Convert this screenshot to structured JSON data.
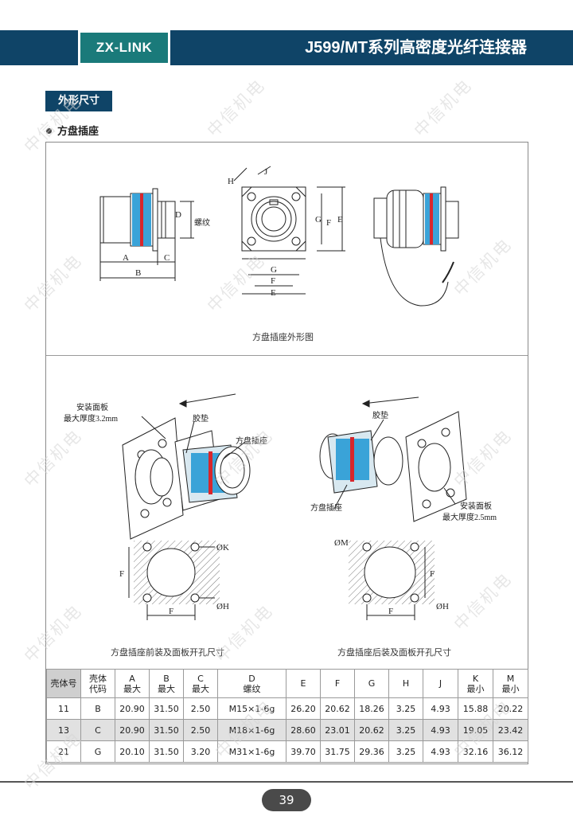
{
  "header": {
    "brand": "ZX-LINK",
    "title": "J599/MT系列高密度光纤连接器"
  },
  "section": {
    "badge": "外形尺寸",
    "subtitle": "方盘插座"
  },
  "figures": {
    "outline_caption": "方盘插座外形图",
    "front_caption": "方盘插座前装及面板开孔尺寸",
    "rear_caption": "方盘插座后装及面板开孔尺寸"
  },
  "drawing_labels": {
    "A": "A",
    "B": "B",
    "C": "C",
    "D": "D",
    "thread": "螺纹",
    "E": "E",
    "F": "F",
    "G": "G",
    "H": "H",
    "J": "J",
    "panel_front": "安装面板",
    "panel_front_thick": "最大厚度3.2mm",
    "gasket": "胶垫",
    "square_socket": "方盘插座",
    "panel_rear": "安装面板",
    "panel_rear_thick": "最大厚度2.5mm",
    "phiK": "ØK",
    "phiH": "ØH",
    "phiM": "ØM"
  },
  "watermark": "中信机电",
  "table": {
    "headers": [
      [
        "壳体号"
      ],
      [
        "壳体",
        "代码"
      ],
      [
        "A",
        "最大"
      ],
      [
        "B",
        "最大"
      ],
      [
        "C",
        "最大"
      ],
      [
        "D",
        "螺纹"
      ],
      [
        "E"
      ],
      [
        "F"
      ],
      [
        "G"
      ],
      [
        "H"
      ],
      [
        "J"
      ],
      [
        "K",
        "最小"
      ],
      [
        "M",
        "最小"
      ]
    ],
    "rows": [
      [
        "11",
        "B",
        "20.90",
        "31.50",
        "2.50",
        "M15×1-6g",
        "26.20",
        "20.62",
        "18.26",
        "3.25",
        "4.93",
        "15.88",
        "20.22"
      ],
      [
        "13",
        "C",
        "20.90",
        "31.50",
        "2.50",
        "M18×1-6g",
        "28.60",
        "23.01",
        "20.62",
        "3.25",
        "4.93",
        "19.05",
        "23.42"
      ],
      [
        "21",
        "G",
        "20.10",
        "31.50",
        "3.20",
        "M31×1-6g",
        "39.70",
        "31.75",
        "29.36",
        "3.25",
        "4.93",
        "32.16",
        "36.12"
      ]
    ]
  },
  "page_number": "39",
  "colors": {
    "header_bg": "#0f4467",
    "brand_bg": "#1a7a7a",
    "blue_band": "#3aa3d8",
    "red_band": "#d8262c"
  }
}
